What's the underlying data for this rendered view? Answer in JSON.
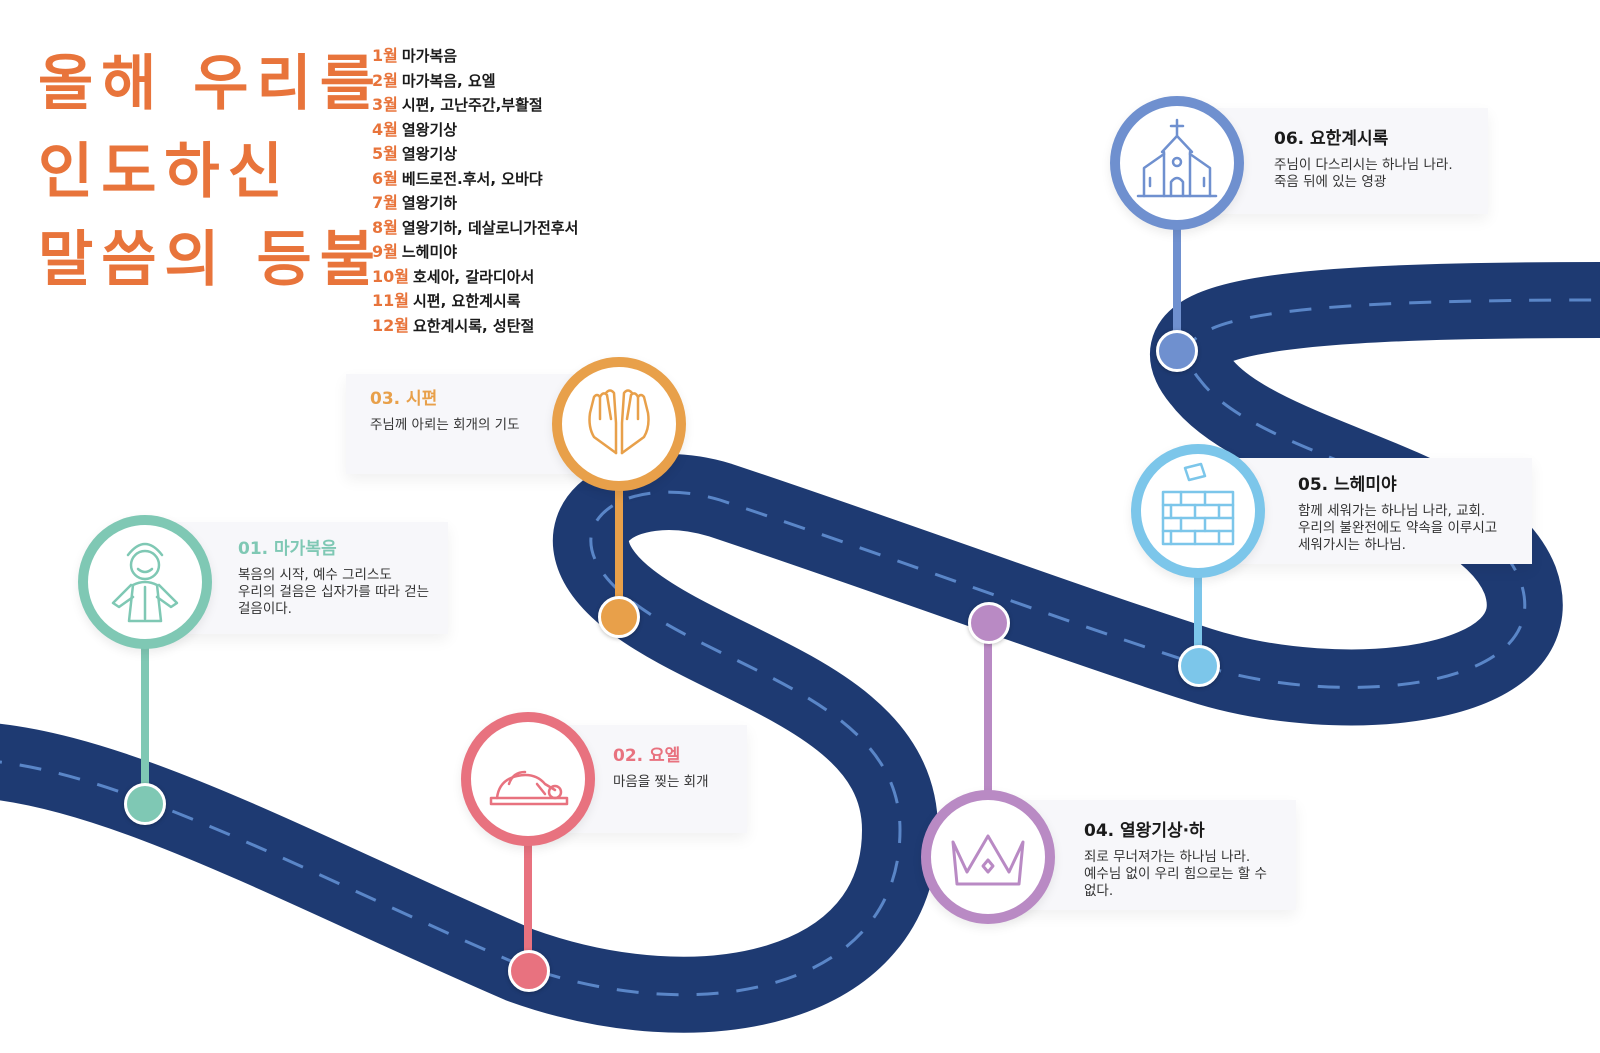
{
  "title_lines": [
    "올해 우리를",
    "인도하신",
    "말씀의 등불"
  ],
  "schedule": [
    {
      "month": "1월",
      "text": "마가복음"
    },
    {
      "month": "2월",
      "text": "마가복음, 요엘"
    },
    {
      "month": "3월",
      "text": "시편, 고난주간,부활절"
    },
    {
      "month": "4월",
      "text": "열왕기상"
    },
    {
      "month": "5월",
      "text": "열왕기상"
    },
    {
      "month": "6월",
      "text": "베드로전.후서, 오바댜"
    },
    {
      "month": "7월",
      "text": "열왕기하"
    },
    {
      "month": "8월",
      "text": "열왕기하, 데살로니가전후서"
    },
    {
      "month": "9월",
      "text": "느헤미야"
    },
    {
      "month": "10월",
      "text": "호세아, 갈라디아서"
    },
    {
      "month": "11월",
      "text": "시편, 요한계시록"
    },
    {
      "month": "12월",
      "text": "요한계시록, 성탄절"
    }
  ],
  "milestones": [
    {
      "title": "01. 마가복음",
      "desc": "복음의 시작, 예수 그리스도\n우리의 걸음은 십자가를 따라 걷는\n걸음이다.",
      "color": "#7fc8b4",
      "icon": "jesus-icon"
    },
    {
      "title": "02. 요엘",
      "desc": "마음을 찢는 회개",
      "color": "#e8727f",
      "icon": "kneeling-prayer-icon"
    },
    {
      "title": "03. 시편",
      "desc": "주님께 아뢰는 회개의 기도",
      "color": "#e8a04a",
      "icon": "praying-hands-icon"
    },
    {
      "title": "04. 열왕기상·하",
      "desc": "죄로 무너져가는 하나님 나라.\n예수님 없이 우리 힘으로는 할 수\n없다.",
      "color": "#b98ac4",
      "icon": "crown-icon"
    },
    {
      "title": "05. 느헤미야",
      "desc": "함께 세워가는 하나님 나라, 교회.\n우리의 불완전에도 약속을 이루시고\n세워가시는 하나님.",
      "color": "#7cc6ea",
      "icon": "brick-wall-icon"
    },
    {
      "title": "06. 요한계시록",
      "desc": "주님이 다스리시는 하나님 나라.\n죽음 뒤에 있는 영광",
      "color": "#6f90cf",
      "icon": "church-icon"
    }
  ],
  "colors": {
    "road": "#1e3a72",
    "road_dash": "#5a86c8",
    "title": "#e8743b"
  }
}
